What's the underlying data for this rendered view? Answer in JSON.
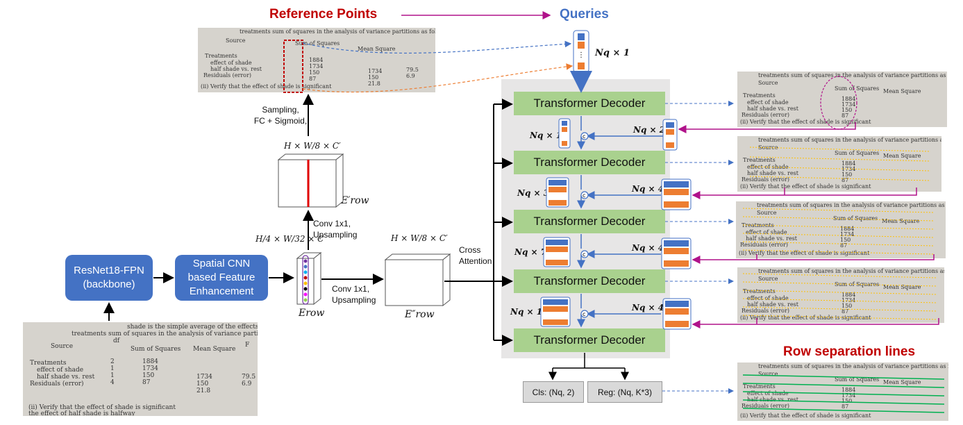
{
  "titles": {
    "reference_points": "Reference Points",
    "queries": "Queries",
    "row_separation_lines": "Row separation lines"
  },
  "blocks": {
    "backbone": "ResNet18-FPN\n(backbone)",
    "enhancement": "Spatial CNN\nbased Feature\nEnhancement",
    "decoder_label": "Transformer Decoder"
  },
  "labels": {
    "sampling": "Sampling,\nFC + Sigmoid,",
    "conv_up_1": "Conv 1x1,\nUpsampling",
    "conv_up_2": "Conv 1x1,\nUpsampling",
    "cross_attention": "Cross\nAttention",
    "dim_e_prime": "H × W/8 × C′",
    "dim_e_row": "H/4 × W/32 × C",
    "dim_e_dprime": "H × W/8 × C′",
    "e_prime_row": "E′row",
    "e_row": "Erow",
    "e_dprime_row": "E″row",
    "queries_dim": "Nq × 1"
  },
  "decoder_inputs": [
    {
      "left": "Nq × 1",
      "right": "Nq × 2"
    },
    {
      "left": "Nq × 3",
      "right": "Nq × 4"
    },
    {
      "left": "Nq × 7",
      "right": "Nq × 4"
    },
    {
      "left": "Nq × 11",
      "right": "Nq × 4"
    }
  ],
  "outputs": {
    "cls": "Cls: (Nq, 2)",
    "reg": "Reg: (Nq, K*3)"
  },
  "table_image": {
    "header_line": "shade is the simple average of the effects for sun and",
    "header_line2": "treatments sum of squares in the analysis of variance partitions as follows:",
    "col_source": "Source",
    "col_df": "df",
    "col_ss": "Sum of Squares",
    "col_ms": "Mean Square",
    "col_f": "F",
    "row1": "Treatments",
    "row2": "effect of shade",
    "row3": "half shade vs. rest",
    "row4": "Residuals (error)",
    "df_vals": "2\n1\n1\n4",
    "ss_vals": "1884\n1734\n150\n87",
    "ms_vals": "1734\n150\n21.8",
    "f_vals": "79.5\n6.9",
    "footer": "(ii) Verify that the effect of shade is significant",
    "footer2": "the effect of half shade is halfway"
  },
  "colors": {
    "blue": "#4472c4",
    "green": "#a9d18e",
    "red": "#c00000",
    "magenta": "#b0128a",
    "orange": "#ed7d31"
  }
}
